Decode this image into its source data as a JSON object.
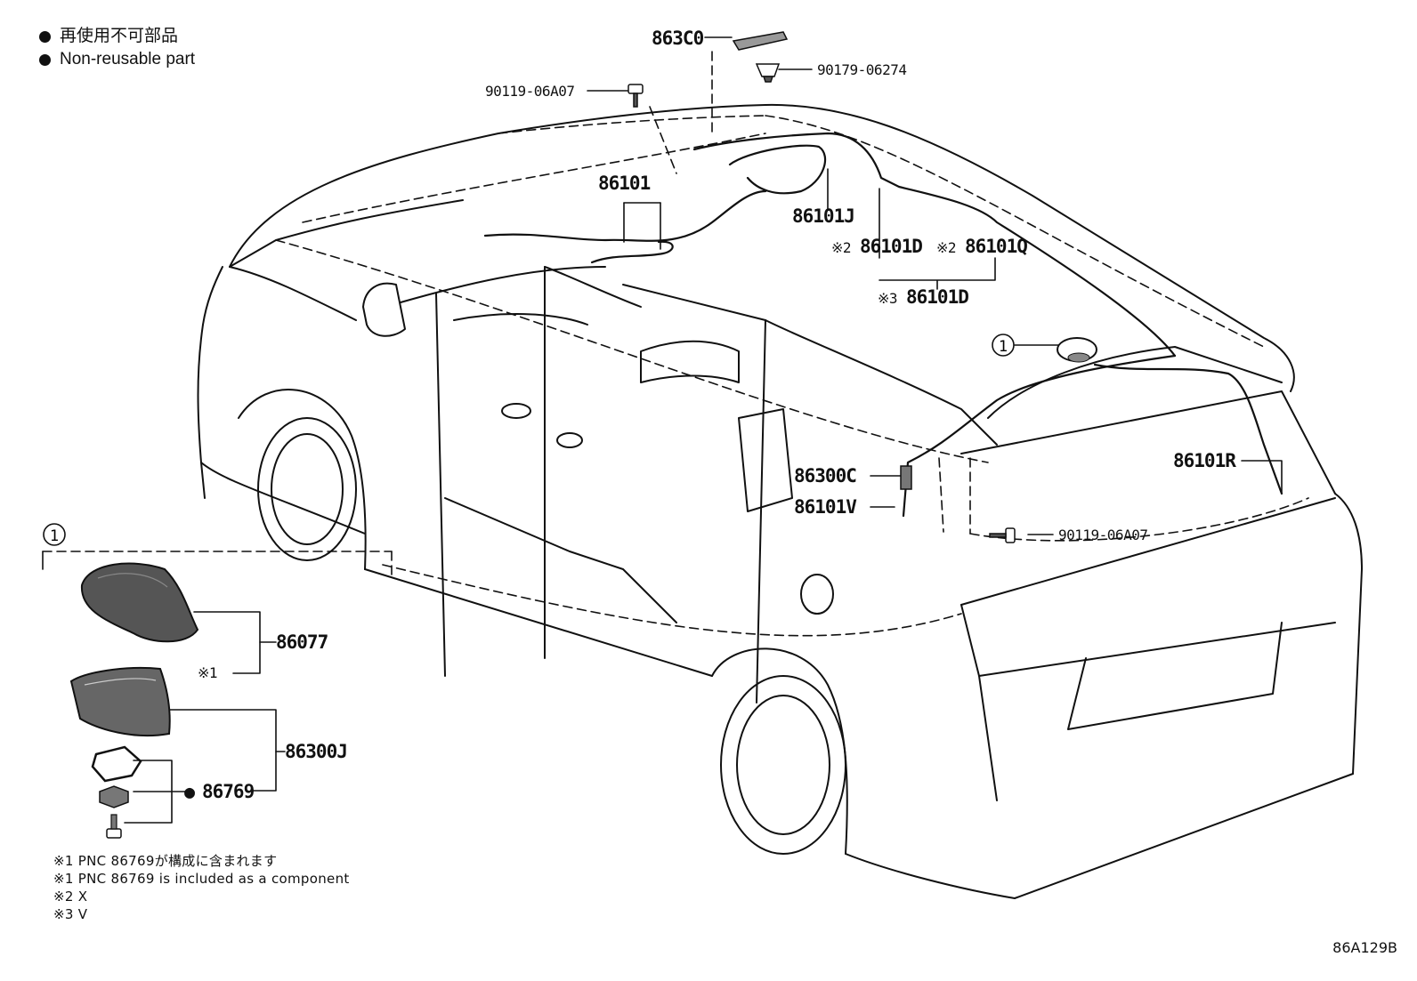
{
  "legend": {
    "jp": "再使用不可部品",
    "en": "Non-reusable part"
  },
  "parts": {
    "p863C0": "863C0",
    "p90179": "90179-06274",
    "p90119_top": "90119-06A07",
    "p86101": "86101",
    "p86101J": "86101J",
    "p86101D_x": "86101D",
    "p86101Q": "86101Q",
    "p86101D_v": "86101D",
    "p86101R": "86101R",
    "p86300C": "86300C",
    "p86101V": "86101V",
    "p90119_rear": "90119-06A07",
    "p86077": "86077",
    "p86300J": "86300J",
    "p86769": "86769"
  },
  "marks": {
    "m2a": "※2",
    "m2b": "※2",
    "m3": "※3",
    "m1": "※1",
    "circle1": "1",
    "circle1b": "1",
    "nonreusable": "●"
  },
  "notes": [
    "※1 PNC 86769が構成に含まれます",
    "※1 PNC 86769 is included as a component",
    "※2 X",
    "※3 V"
  ],
  "diagram_code": "86A129B"
}
